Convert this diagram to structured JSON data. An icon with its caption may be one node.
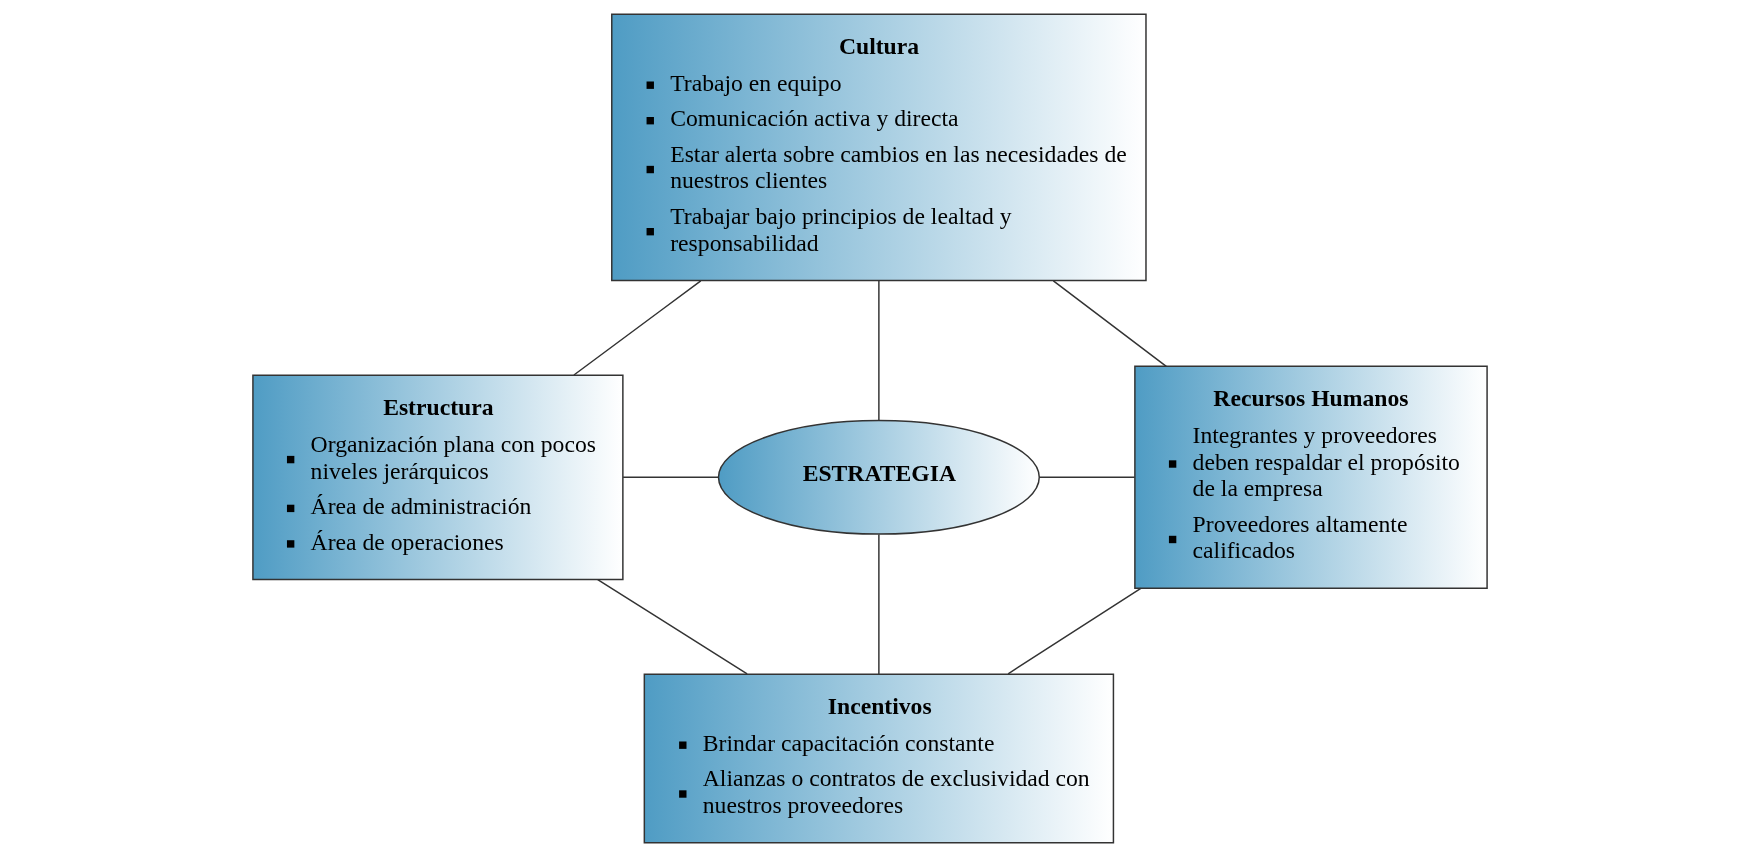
{
  "diagram": {
    "nodes": [
      {
        "text": [
          "Cultura",
          "Trabajo en equipo",
          "Comunicación activa y directa",
          "Estar alerta sobre cambios en las necesidades de nuestros clientes",
          "Trabajar bajo principios de lealtad y responsabilidad"
        ]
      },
      {
        "text": [
          "Estructura",
          "Organización plana con pocos niveles jerárquicos",
          "Área de administración",
          "Área de operaciones"
        ]
      },
      {
        "text": [
          "ESTRATEGIA"
        ]
      },
      {
        "text": [
          "Recursos Humanos",
          "Integrantes y proveedores deben respaldar el propósito de la empresa",
          "Proveedores altamente calificados"
        ]
      },
      {
        "text": [
          "Incentivos",
          "Brindar capacitación constante",
          "Alianzas o contratos de exclusividad con nuestros proveedores"
        ]
      }
    ],
    "edges": [
      {
        "from": 0,
        "to": 2,
        "arrow": "none"
      },
      {
        "from": 1,
        "to": 2,
        "arrow": "none"
      },
      {
        "from": 2,
        "to": 3,
        "arrow": "none"
      },
      {
        "from": 2,
        "to": 4,
        "arrow": "none"
      },
      {
        "from": 0,
        "to": 1,
        "arrow": "none"
      },
      {
        "from": 0,
        "to": 3,
        "arrow": "none"
      },
      {
        "from": 1,
        "to": 4,
        "arrow": "none"
      },
      {
        "from": 3,
        "to": 4,
        "arrow": "none"
      }
    ]
  }
}
